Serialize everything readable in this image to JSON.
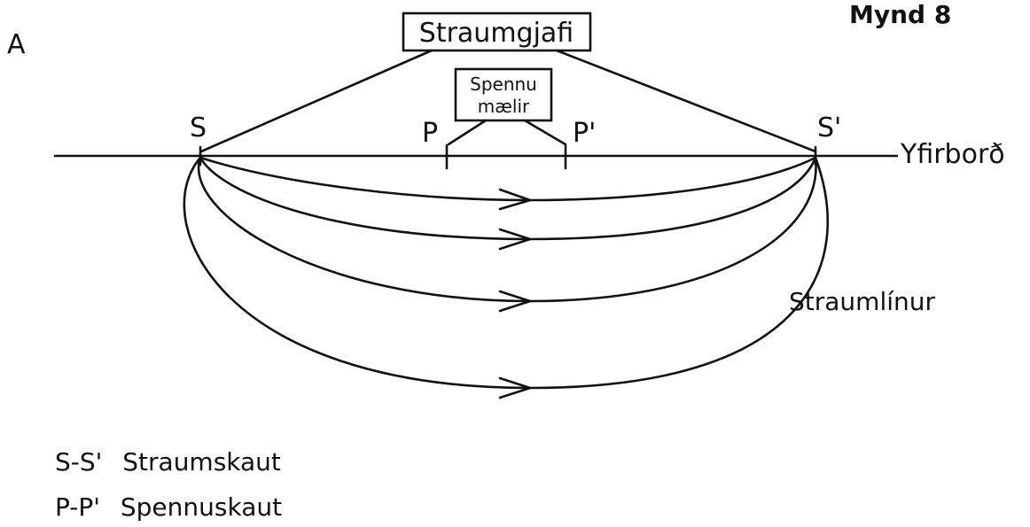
{
  "panel_letter": "A",
  "figure_label": "Mynd 8",
  "source_box": "Straumgjafi",
  "meter_box": {
    "line1": "Spennu",
    "line2": "mælir"
  },
  "electrodes": {
    "s": "S",
    "s_prime": "S'",
    "p": "P",
    "p_prime": "P'"
  },
  "surface_label": "Yfirborð",
  "current_lines_label": "Straumlínur",
  "legend": [
    {
      "pair": "S-S'",
      "meaning": "Straumskaut"
    },
    {
      "pair": "P-P'",
      "meaning": "Spennuskaut"
    }
  ]
}
